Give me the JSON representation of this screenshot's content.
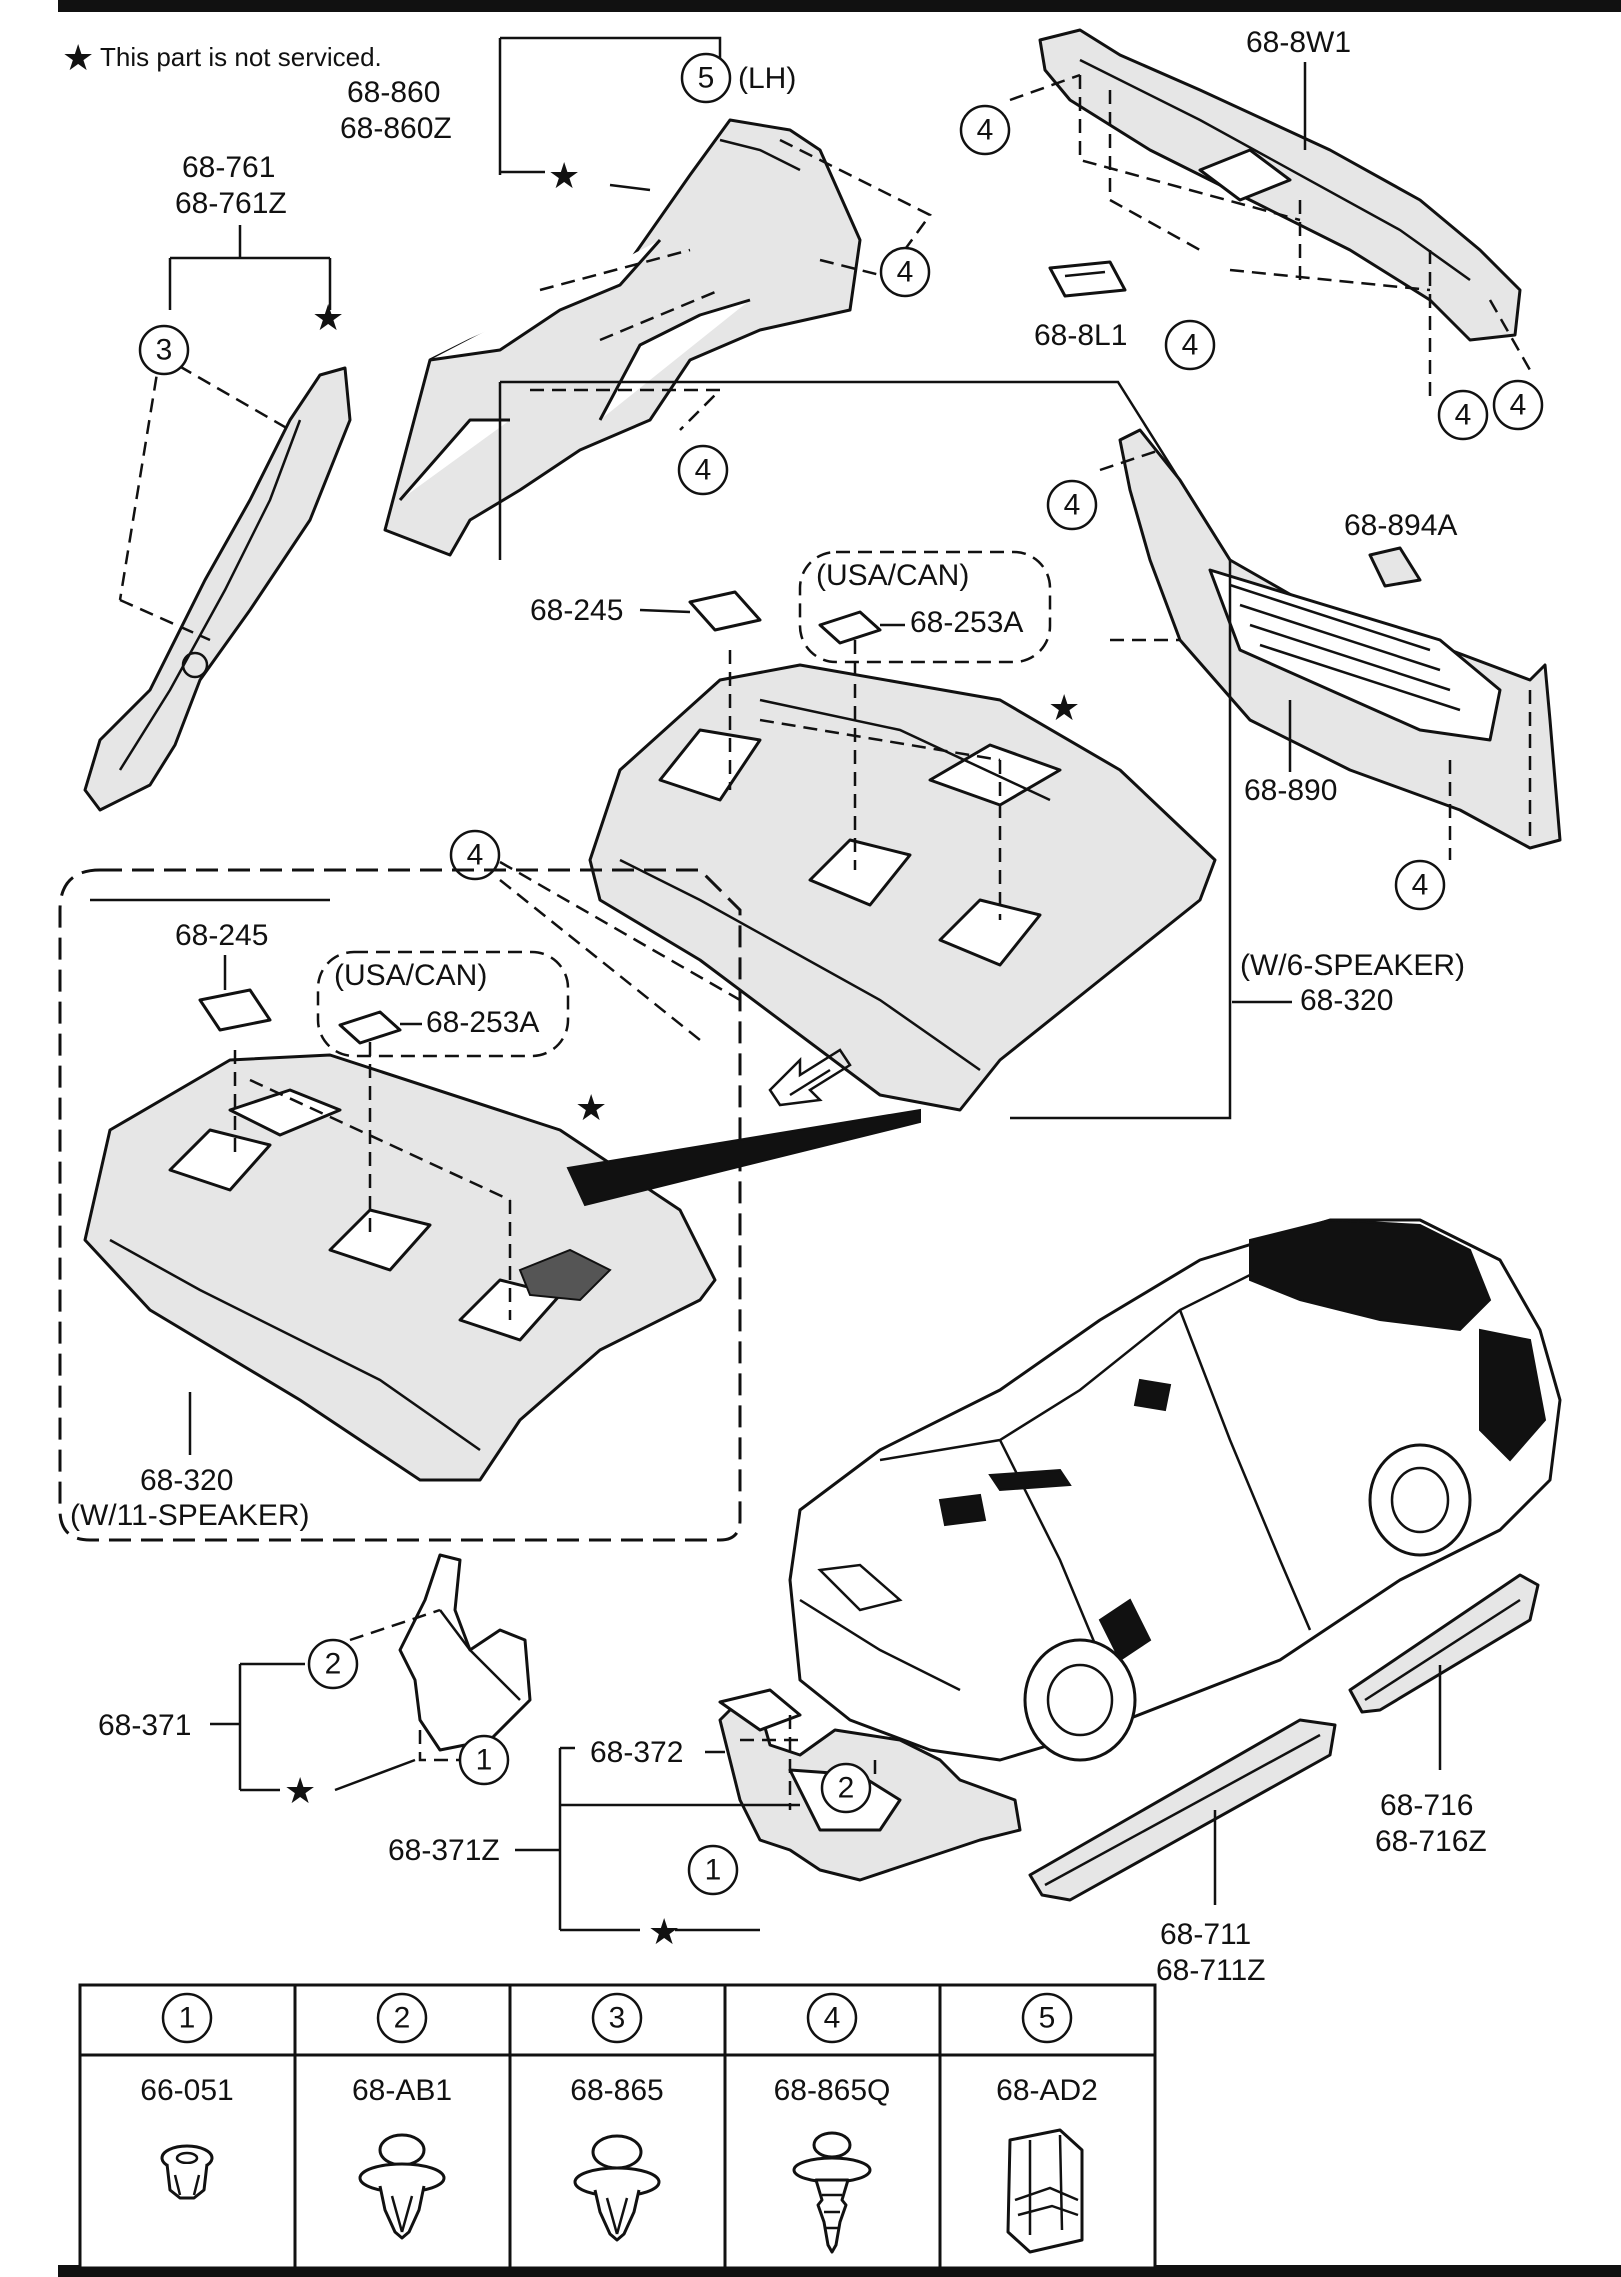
{
  "note": {
    "star": "★",
    "text": "This part is not serviced."
  },
  "labels": {
    "p68_860": "68-860",
    "p68_860Z": "68-860Z",
    "lh": "(LH)",
    "p68_761": "68-761",
    "p68_761Z": "68-761Z",
    "p68_8W1": "68-8W1",
    "p68_8L1": "68-8L1",
    "p68_894A": "68-894A",
    "p68_890": "68-890",
    "p68_245_a": "68-245",
    "usa_can_a": "(USA/CAN)",
    "p68_253A_a": "68-253A",
    "w6_speaker": "(W/6-SPEAKER)",
    "p68_320_a": "68-320",
    "p68_245_b": "68-245",
    "usa_can_b": "(USA/CAN)",
    "p68_253A_b": "68-253A",
    "p68_320_b": "68-320",
    "w11_speaker": "(W/11-SPEAKER)",
    "p68_371": "68-371",
    "p68_372": "68-372",
    "p68_371Z": "68-371Z",
    "p68_716": "68-716",
    "p68_716Z": "68-716Z",
    "p68_711": "68-711",
    "p68_711Z": "68-711Z"
  },
  "callouts": {
    "one": "1",
    "two": "2",
    "three": "3",
    "four": "4",
    "five": "5"
  },
  "legend": {
    "headers": [
      "1",
      "2",
      "3",
      "4",
      "5"
    ],
    "codes": [
      "66-051",
      "68-AB1",
      "68-865",
      "68-865Q",
      "68-AD2"
    ]
  }
}
